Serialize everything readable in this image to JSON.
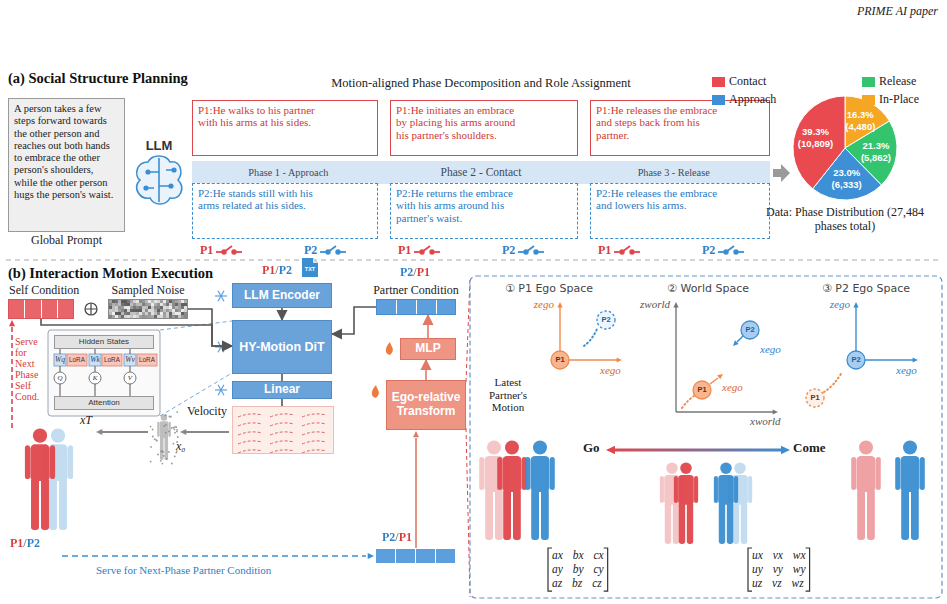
{
  "diagram": {
    "nodes": [
      {
        "text": [
          "A person takes a few steps forward towards the other person and reaches out both hands to embrace the other person's shoulders, while the other person hugs the person's waist.",
          "Global Prompt"
        ]
      },
      {
        "text": [
          "P1:He walks to his partner with his arms at his sides."
        ]
      },
      {
        "text": [
          "P1:He initiates an embrace by placing his arms around his partner's shoulders."
        ]
      },
      {
        "text": [
          "P1:He releases the embrace and steps back from his partner."
        ]
      },
      {
        "text": [
          "Phase 1 - Approach",
          "Phase 2 - Contact",
          "Phase 3 - Release"
        ]
      },
      {
        "text": [
          "P2:He stands still with his arms related at his sides."
        ]
      },
      {
        "text": [
          "P2:He returns the embrace with his arms around his partner's waist."
        ]
      },
      {
        "text": [
          "P2:He releases the embrace and lowers his arms."
        ]
      },
      {
        "text": [
          "Self Condition"
        ]
      },
      {
        "text": [
          "Sampled Noise"
        ]
      },
      {
        "text": [
          "LLM Encoder"
        ]
      },
      {
        "text": [
          "Partner Condition"
        ]
      },
      {
        "text": [
          "HY-Motion DiT"
        ]
      },
      {
        "text": [
          "Hidden States"
        ]
      },
      {
        "text": [
          "Attention"
        ]
      },
      {
        "text": [
          "Linear"
        ]
      },
      {
        "text": [
          "Velocity"
        ]
      },
      {
        "text": [
          "MLP"
        ]
      },
      {
        "text": [
          "Ego-relative Transform"
        ]
      }
    ],
    "edges": [
      {
        "from": 8,
        "to": 12,
        "arrow": "to"
      },
      {
        "from": 9,
        "to": 12,
        "arrow": "to"
      },
      {
        "from": 10,
        "to": 12,
        "arrow": "to"
      },
      {
        "from": 11,
        "to": 12,
        "arrow": "to"
      },
      {
        "from": 12,
        "to": 15,
        "arrow": "none"
      },
      {
        "from": 15,
        "to": 16,
        "arrow": "none"
      },
      {
        "from": 18,
        "to": 17,
        "arrow": "to"
      },
      {
        "from": 17,
        "to": 11,
        "arrow": "to"
      }
    ],
    "labels": [
      "PRIME AI paper",
      "(a) Social Structure Planning",
      "Motion-aligned Phase Decomposition and Role Assignment",
      "LLM",
      "P1",
      "P2",
      "P1",
      "P2",
      "P1",
      "P2",
      "39.3%",
      "(10,809)",
      "16.3%",
      "(4,480)",
      "21.3%",
      "(5,862)",
      "23.0%",
      "(6,333)",
      "Data: Phase Distribution (27,484 phases total)",
      "(b) Interaction Motion Execution",
      "P1/P2",
      "TXT",
      "P2/P1",
      "Wq",
      "LoRA",
      "Wk",
      "LoRA",
      "Wv",
      "LoRA",
      "Q",
      "K",
      "V",
      "Serve for Next Phase Self Cond.",
      "xT",
      "x₀",
      "P1/P2",
      "Serve for Next-Phase Partner Condition",
      "P2/P1",
      "① P1 Ego Space",
      "② World Space",
      "③ P2 Ego Space",
      "zego",
      "xego",
      "P1",
      "P2",
      "zworld",
      "xworld",
      "P1",
      "P2",
      "xego",
      "xego",
      "zego",
      "xego",
      "P2",
      "P1",
      "Latest Partner's Motion",
      "Go",
      "Come",
      "ax bx cx",
      "ay by cy",
      "az bz cz",
      "ux vx wx",
      "uy vy wy",
      "uz vz wz"
    ],
    "legend": [
      {
        "text": "Contact",
        "color": "#e84a4f"
      },
      {
        "text": "Release",
        "color": "#34c46e"
      },
      {
        "text": "Approach",
        "color": "#3d8fd6"
      },
      {
        "text": "In-Place",
        "color": "#f5a623"
      }
    ]
  }
}
